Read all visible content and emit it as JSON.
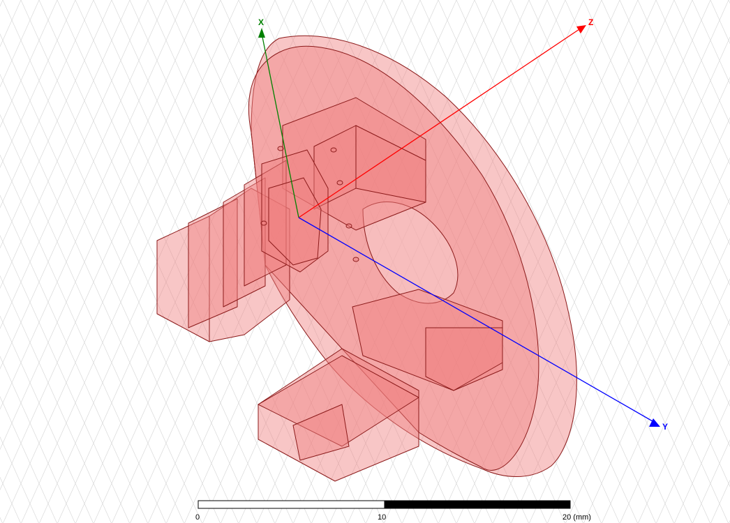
{
  "viewport": {
    "background": "#ffffff",
    "grid_color": "#d9d9d9"
  },
  "model": {
    "fill_color": "#f08080",
    "fill_opacity": 0.45,
    "edge_color": "#8b1a1a"
  },
  "axes": {
    "x": {
      "label": "X",
      "color": "#008000"
    },
    "y": {
      "label": "Y",
      "color": "#0000ff"
    },
    "z": {
      "label": "Z",
      "color": "#ff0000"
    }
  },
  "scale_bar": {
    "ticks": [
      "0",
      "10",
      "20 (mm)"
    ]
  }
}
